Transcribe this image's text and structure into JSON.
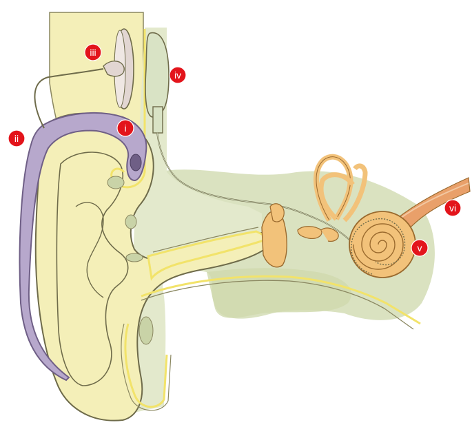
{
  "diagram": {
    "markers": [
      {
        "id": "i",
        "label": "i"
      },
      {
        "id": "ii",
        "label": "ii"
      },
      {
        "id": "iii",
        "label": "iii"
      },
      {
        "id": "iv",
        "label": "iv"
      },
      {
        "id": "v",
        "label": "v"
      },
      {
        "id": "vi",
        "label": "vi"
      }
    ],
    "colors": {
      "skin": "#f4efb8",
      "skin_outline": "#6e6b4a",
      "canal_line": "#f2e36a",
      "tissue": "#d6dfb9",
      "tissue_light": "#e3e9cc",
      "processor": "#b7a8cc",
      "processor_outline": "#6f5f86",
      "magnet": "#e2d6d2",
      "receiver": "#d9e3c5",
      "cochlea": "#f2c27a",
      "cochlea_outline": "#9a6a2e",
      "nerve": "#e9a06a",
      "marker": "#e3141b"
    }
  }
}
